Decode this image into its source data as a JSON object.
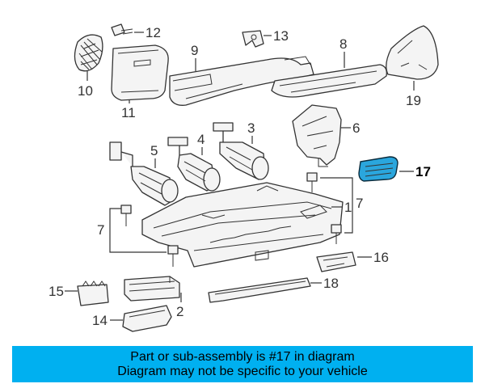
{
  "callouts": {
    "c2": "2",
    "c3": "3",
    "c4": "4",
    "c5": "5",
    "c6": "6",
    "c7a": "7",
    "c7b": "7",
    "c8": "8",
    "c9": "9",
    "c10": "10",
    "c11": "11",
    "c12": "12",
    "c13": "13",
    "c14": "14",
    "c15": "15",
    "c16": "16",
    "c17": "17",
    "c18": "18",
    "c19": "19",
    "c1": "1"
  },
  "banner": {
    "line1": "Part or sub-assembly is #17 in diagram",
    "line2": "Diagram may not be specific to your vehicle"
  },
  "colors": {
    "banner_bg": "#00b0f0",
    "highlight_part": "#2aa6dd"
  }
}
